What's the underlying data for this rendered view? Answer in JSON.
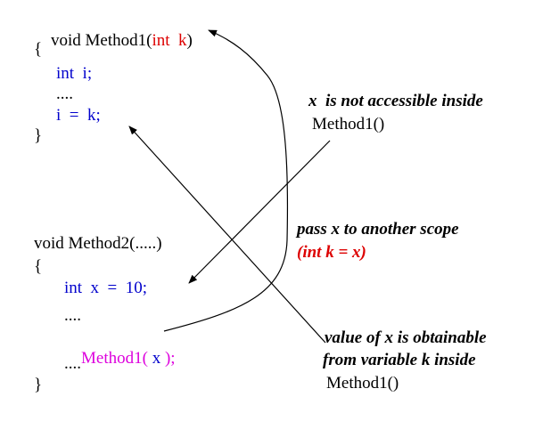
{
  "colors": {
    "black": "#000000",
    "blue": "#0000cc",
    "red": "#dd0000",
    "magenta": "#dd00dd"
  },
  "method1": {
    "sig_prefix": "void Method1(",
    "sig_param": "int  k",
    "sig_suffix": ")",
    "open_brace": "{",
    "line_decl": "int  i;",
    "line_dots": "....",
    "line_assign": "i  =  k;",
    "close_brace": "}"
  },
  "method2": {
    "sig": "void Method2(.....)",
    "open_brace": "{",
    "line_decl": "int  x  =  10;",
    "line_dots1": "....",
    "call_prefix": "Method1(",
    "call_arg": "x",
    "call_suffix": ");",
    "line_dots2": "....",
    "close_brace": "}"
  },
  "notes": {
    "not_accessible_line1": "x  is not accessible inside",
    "not_accessible_line2": "Method1()",
    "pass_line1": "pass x to another scope",
    "pass_line2": "(int k = x)",
    "obtainable_line1": "value of x is obtainable",
    "obtainable_line2": "from variable k inside",
    "obtainable_line3": "Method1()"
  }
}
